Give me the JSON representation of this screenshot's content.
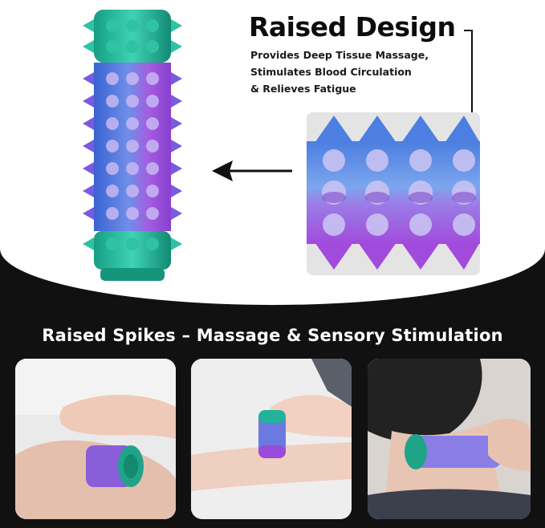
{
  "headline": "Raised Design",
  "description_lines": [
    "Provides Deep Tissue Massage,",
    "Stimulates Blood Circulation",
    "& Relieves Fatigue"
  ],
  "banner": "Raised Spikes – Massage & Sensory Stimulation",
  "colors": {
    "background_dark": "#111111",
    "panel_white": "#ffffff",
    "teal": "#1fb39a",
    "blue": "#3d6fd6",
    "purple": "#9a4ad8"
  },
  "icons": [
    "roller-illustration",
    "left-arrow-icon",
    "zoom-detail-image",
    "hand-photo",
    "wrist-photo",
    "neck-photo"
  ]
}
